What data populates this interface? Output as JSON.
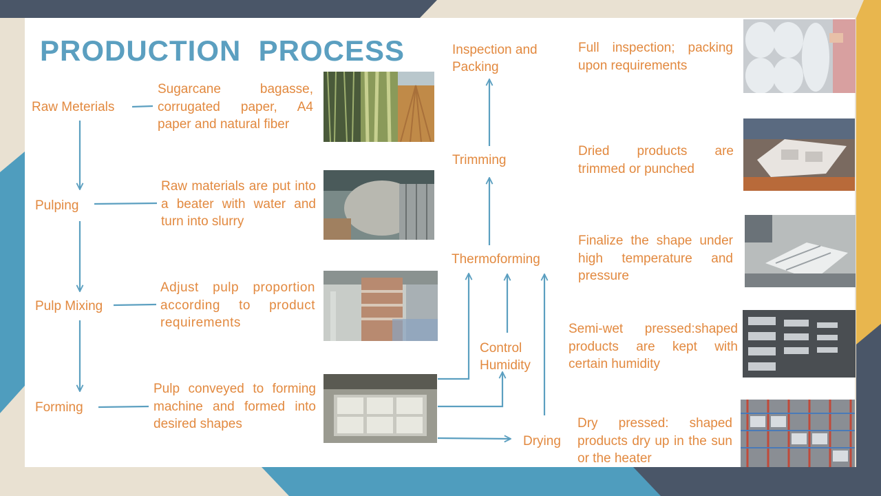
{
  "title": "PRODUCTION  PROCESS",
  "colors": {
    "accent_blue": "#5b9fc0",
    "text_orange": "#e2893f",
    "frame_dark": "#4a5668",
    "frame_gold": "#e8b64e",
    "frame_teal": "#4f9dbe"
  },
  "steps": {
    "raw_materials": "Raw Meterials",
    "pulping": "Pulping",
    "pulp_mixing": "Pulp Mixing",
    "forming": "Forming",
    "drying": "Drying",
    "control_humidity": "Control Humidity",
    "thermoforming": "Thermoforming",
    "trimming": "Trimming",
    "inspection_packing": "Inspection and Packing"
  },
  "descriptions": {
    "raw_materials": "Sugarcane bagasse, corrugated paper, A4 paper and natural fiber",
    "pulping": "Raw materials are put into a beater with water and turn into slurry",
    "pulp_mixing": "Adjust pulp proportion according to product requirements",
    "forming": "Pulp conveyed to forming machine and formed into desired shapes",
    "inspection_packing": "Full inspection; packing upon requirements",
    "trimming": "Dried products are trimmed or punched",
    "thermoforming": "Finalize the shape under high temperature and pressure",
    "semi_wet": "Semi-wet pressed:shaped products are kept  with certain humidity",
    "dry_pressed": "Dry pressed: shaped products dry up in the sun or the heater"
  },
  "photos": [
    {
      "name": "sugarcane-photo"
    },
    {
      "name": "beater-photo"
    },
    {
      "name": "mixing-tank-photo"
    },
    {
      "name": "forming-machine-photo"
    },
    {
      "name": "packing-photo"
    },
    {
      "name": "trimming-photo"
    },
    {
      "name": "thermoforming-photo"
    },
    {
      "name": "humidity-racks-photo"
    },
    {
      "name": "drying-racks-photo"
    }
  ]
}
